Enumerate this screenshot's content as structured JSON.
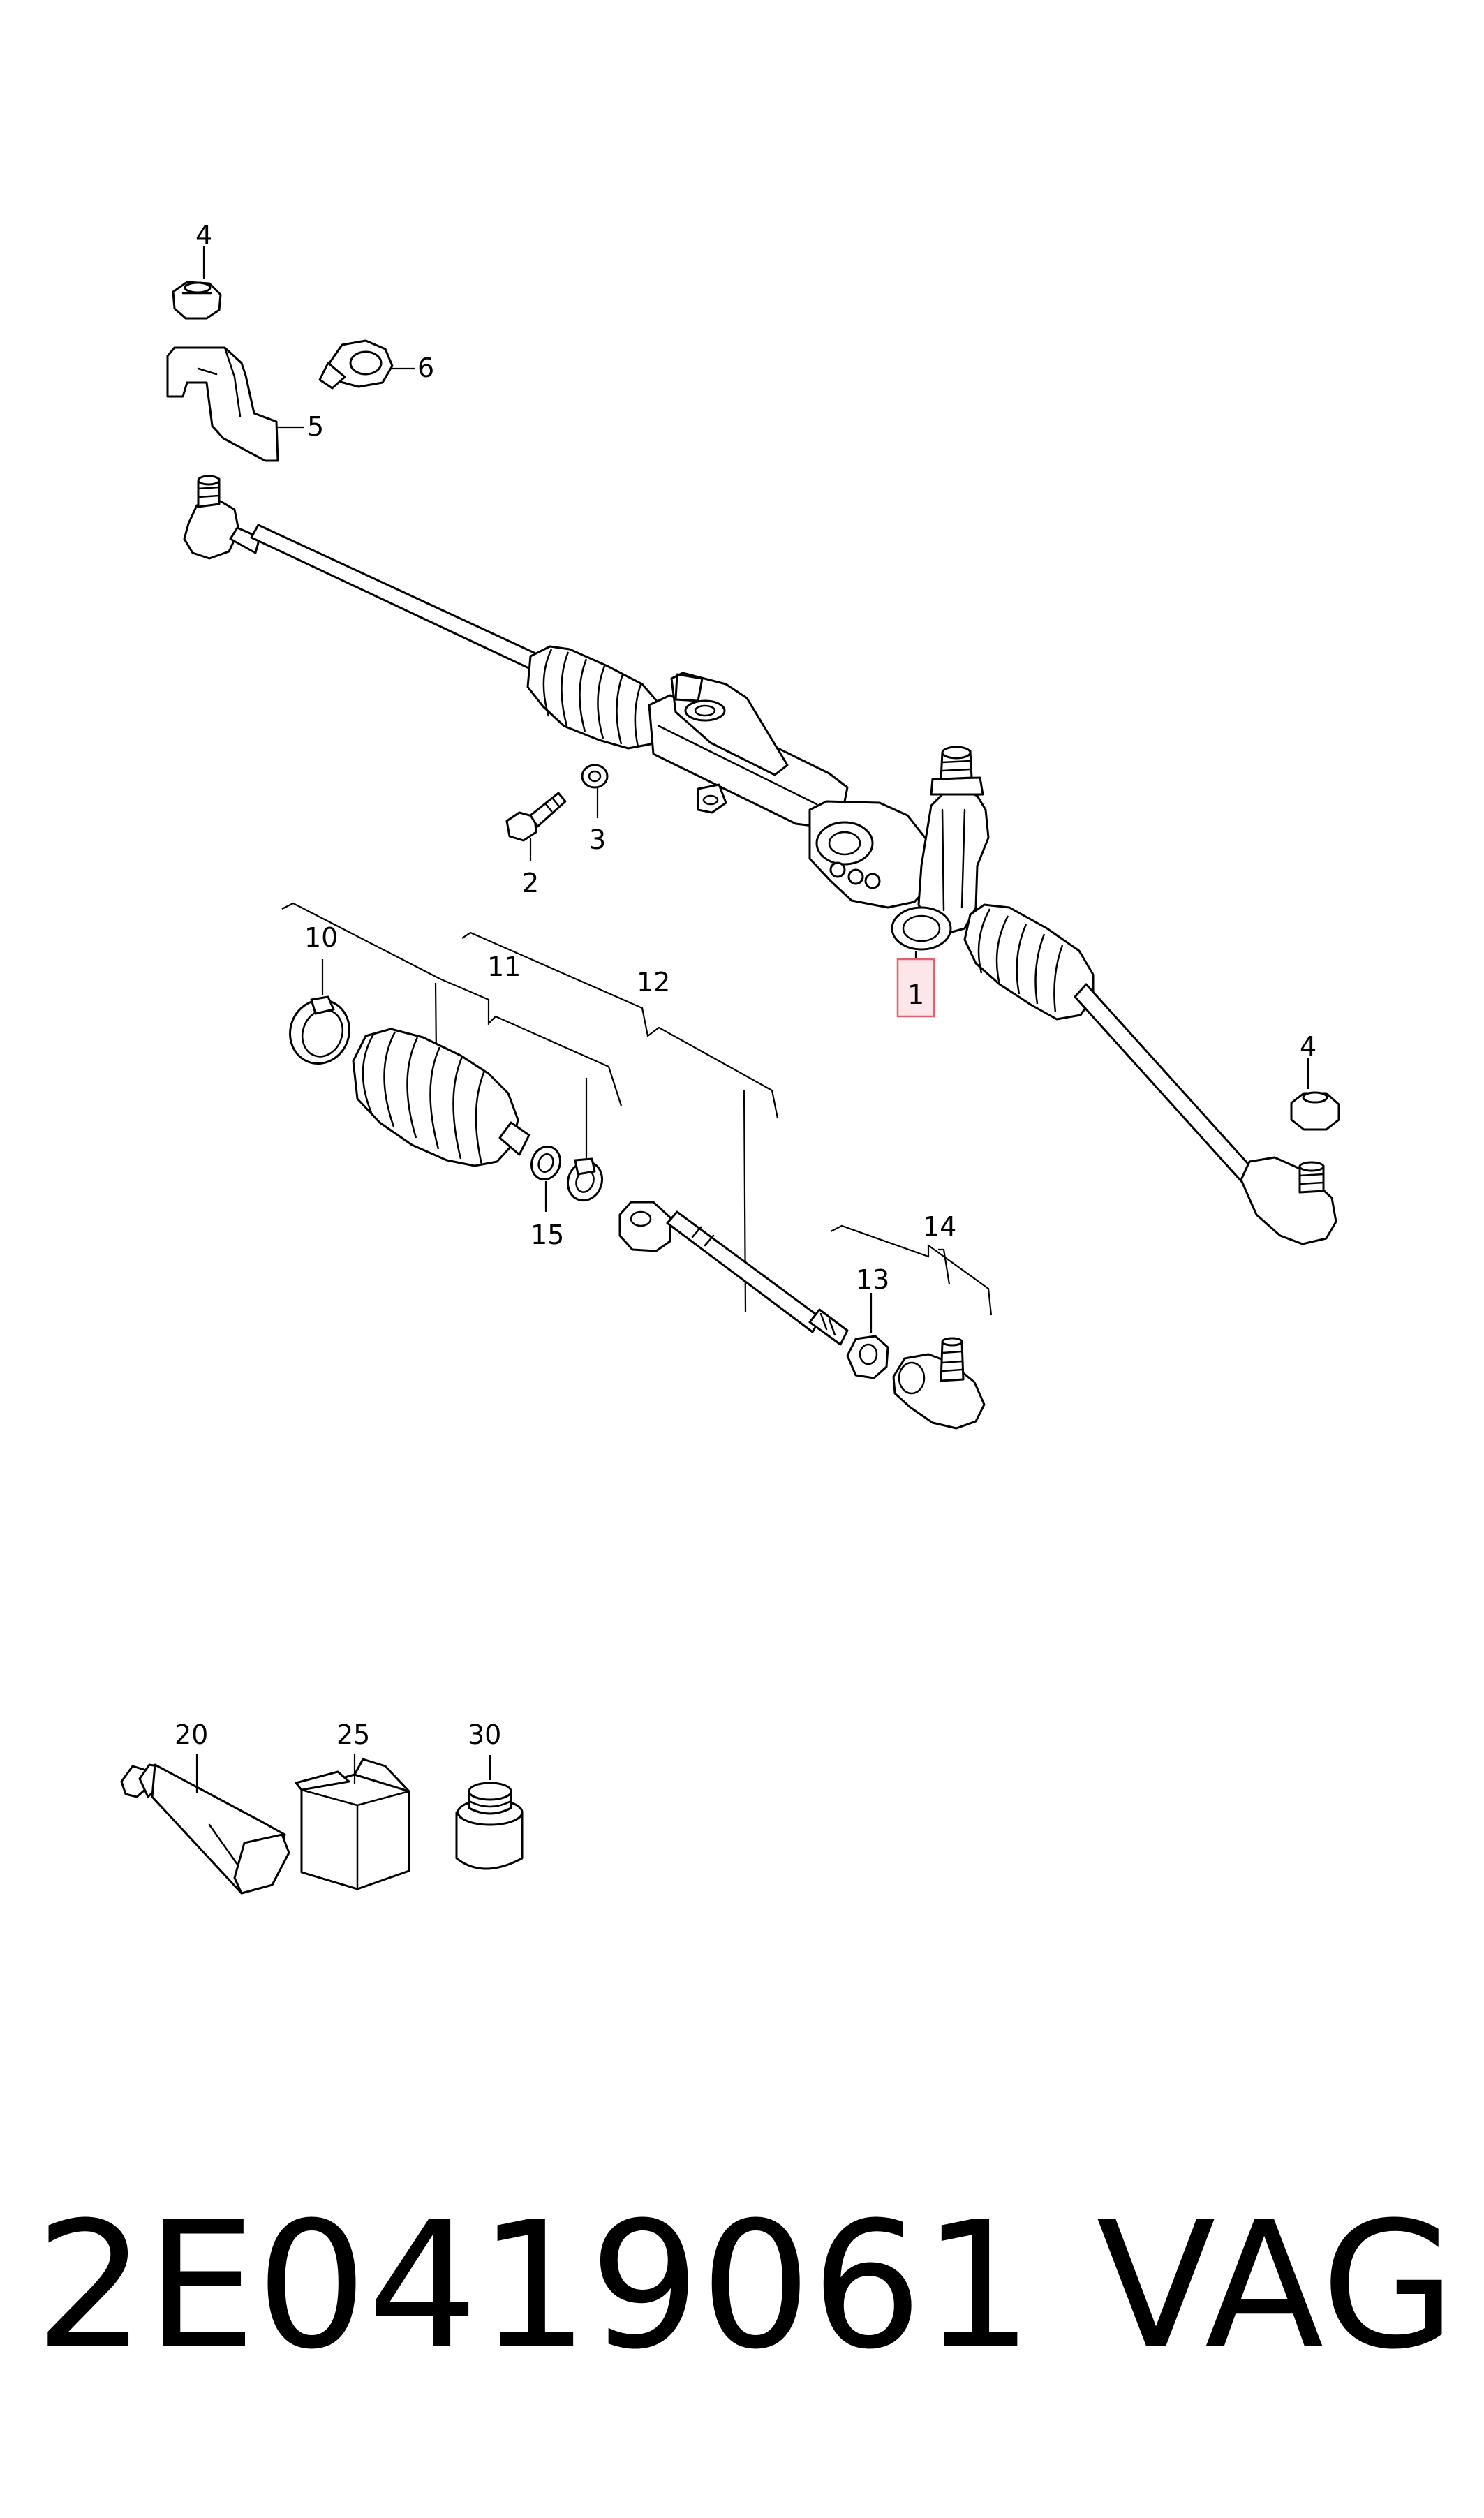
{
  "callouts": {
    "c4a": "4",
    "c6": "6",
    "c5": "5",
    "c2": "2",
    "c3": "3",
    "c1": "1",
    "c4b": "4",
    "c10": "10",
    "c11": "11",
    "c12": "12",
    "c15": "15",
    "c13": "13",
    "c14": "14",
    "c20": "20",
    "c25": "25",
    "c30": "30"
  },
  "footer": {
    "part_number": "2E0419061",
    "brand": "VAG"
  },
  "colors": {
    "highlight_fill": "#fde6ea",
    "highlight_stroke": "#e0606f"
  }
}
